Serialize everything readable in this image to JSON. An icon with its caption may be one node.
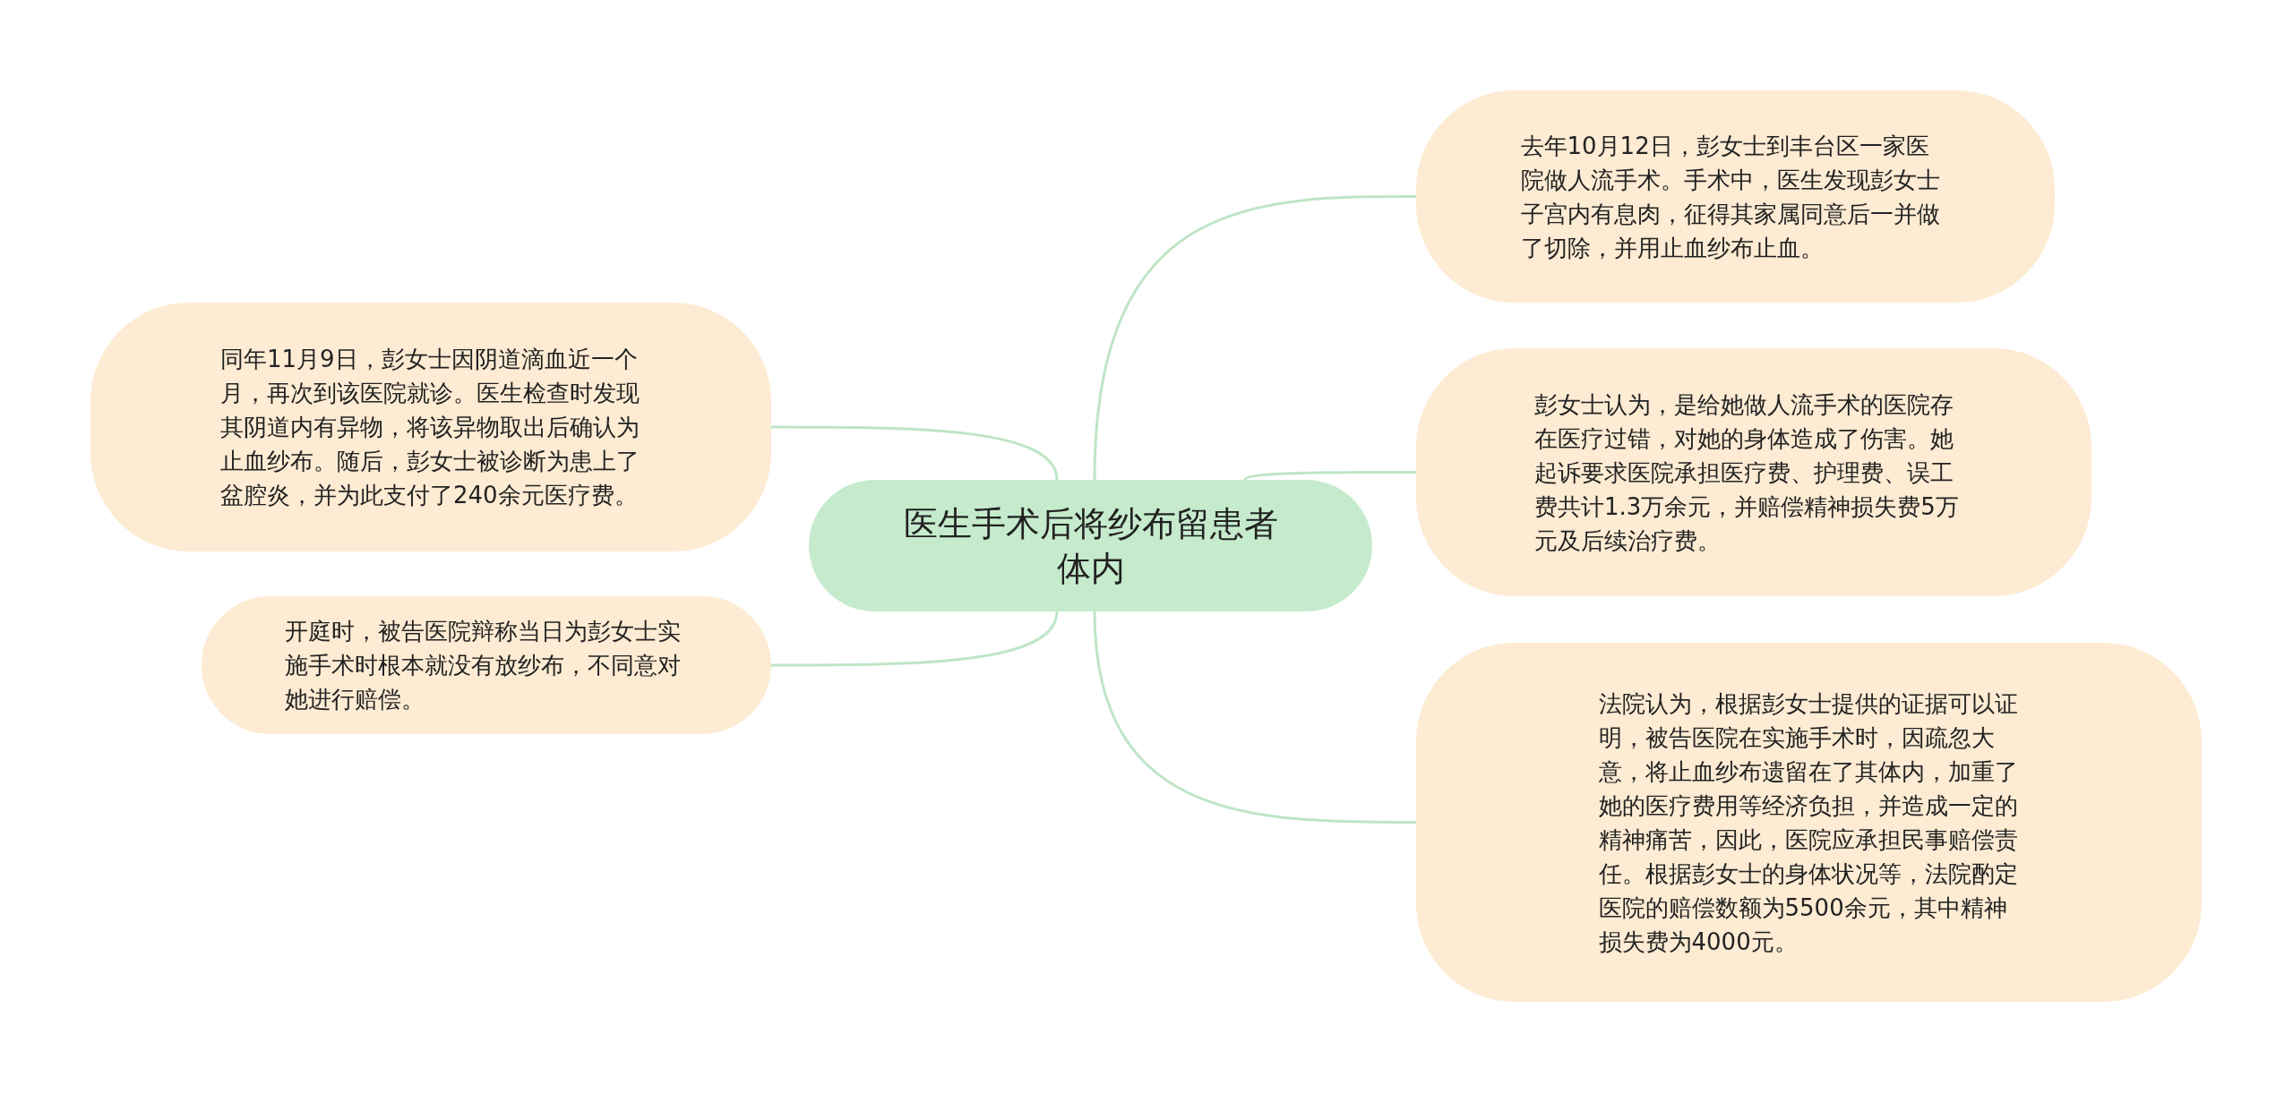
{
  "diagram": {
    "nodes": [
      {
        "text": [
          "医生手术后将纱布留患者体内"
        ]
      },
      {
        "text": [
          "去年10月12日，彭女士到丰台区一家医院做人流手术。手术中，医生发现彭女士子宫内有息肉，征得其家属同意后一并做了切除，并用止血纱布止血。"
        ]
      },
      {
        "text": [
          "彭女士认为，是给她做人流手术的医院存在医疗过错，对她的身体造成了伤害。她起诉要求医院承担医疗费、护理费、误工费共计1.3万余元，并赔偿精神损失费5万元及后续治疗费。"
        ]
      },
      {
        "text": [
          "法院认为，根据彭女士提供的证据可以证明，被告医院在实施手术时，因疏忽大意，将止血纱布遗留在了其体内，加重了她的医疗费用等经济负担，并造成一定的精神痛苦，因此，医院应承担民事赔偿责任。根据彭女士的身体状况等，法院酌定医院的赔偿数额为5500余元，其中精神损失费为4000元。"
        ]
      },
      {
        "text": [
          "同年11月9日，彭女士因阴道滴血近一个月，再次到该医院就诊。医生检查时发现其阴道内有异物，将该异物取出后确认为止血纱布。随后，彭女士被诊断为患上了盆腔炎，并为此支付了240余元医疗费。"
        ]
      },
      {
        "text": [
          "开庭时，被告医院辩称当日为彭女士实施手术时根本就没有放纱布，不同意对她进行赔偿。"
        ]
      }
    ],
    "edges": [
      {
        "from": 0,
        "to": 1,
        "arrow": "none"
      },
      {
        "from": 0,
        "to": 2,
        "arrow": "none"
      },
      {
        "from": 0,
        "to": 3,
        "arrow": "none"
      },
      {
        "from": 0,
        "to": 4,
        "arrow": "none"
      },
      {
        "from": 0,
        "to": 5,
        "arrow": "none"
      }
    ]
  }
}
